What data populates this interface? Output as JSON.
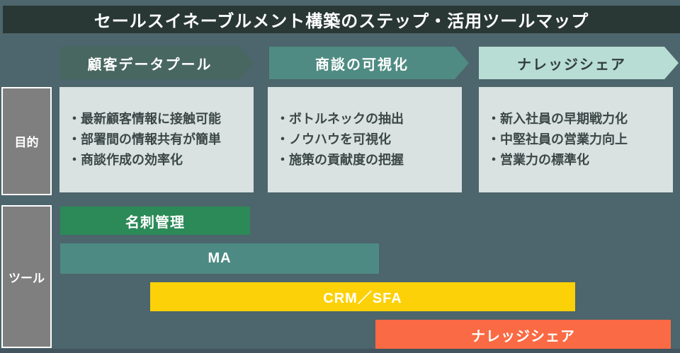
{
  "title": "セールスイネーブルメント構築のステップ・活用ツールマップ",
  "steps": [
    {
      "label": "顧客データプール"
    },
    {
      "label": "商談の可視化"
    },
    {
      "label": "ナレッジシェア"
    }
  ],
  "rows": {
    "purpose_label": "目的",
    "tools_label": "ツール"
  },
  "purpose_boxes": [
    {
      "bullets": [
        "・最新顧客情報に接触可能",
        "・部署間の情報共有が簡単",
        "・商談作成の効率化"
      ]
    },
    {
      "bullets": [
        "・ボトルネックの抽出",
        "・ノウハウを可視化",
        "・施策の貢献度の把握"
      ]
    },
    {
      "bullets": [
        "・新入社員の早期戦力化",
        "・中堅社員の営業力向上",
        "・営業力の標準化"
      ]
    }
  ],
  "tool_bars": [
    {
      "label": "名刺管理",
      "color": "#2b8a57"
    },
    {
      "label": "MA",
      "color": "#4d8a83"
    },
    {
      "label": "CRM／SFA",
      "color": "#fdd108"
    },
    {
      "label": "ナレッジシェア",
      "color": "#fa6a44"
    }
  ],
  "colors": {
    "background": "#4d656c",
    "title_bar": "#293735",
    "step1_fill": "#486760",
    "step2_fill": "#4f8b82",
    "step3_fill": "#b7ddd4",
    "step3_text": "#333e3c",
    "purpose_box_fill": "#d9e2e1",
    "purpose_text": "#3b4846",
    "row_label_fill": "#7f7f7f",
    "bottom_strip": "#42545e"
  }
}
